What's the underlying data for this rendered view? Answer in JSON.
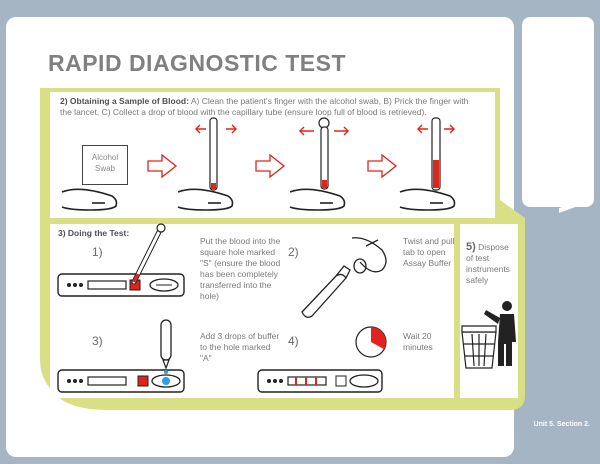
{
  "sidebar_title": "MALARIA",
  "header_title": "RAPID DIAGNOSTIC TEST",
  "unit_label": "Unit 5. Section 2.",
  "colors": {
    "panel_green": "#d9df85",
    "arrow_red": "#e0241b",
    "sidebar_blue": "#a5b5c3"
  },
  "section2": {
    "title": "2) Obtaining a Sample of Blood:",
    "text_line1": "A) Clean the patient's finger with the alcohol swab, B) Prick the finger with",
    "text_line2": "the lancet, C) Collect a drop of blood with the capillary tube (ensure loop full of blood is retrieved).",
    "swab_label": "Alcohol Swab"
  },
  "section3": {
    "title": "3) Doing the Test:",
    "step1_num": "1)",
    "step1_text": "Put the blood into the square hole marked \"S\" (ensure the blood has been completely transferred into the hole)",
    "step2_num": "2)",
    "step2_text": "Twist and pull tab to open Assay Buffer",
    "step3_num": "3)",
    "step3_text": "Add 3 drops of buffer to the hole marked \"A\"",
    "step4_num": "4)",
    "step4_text": "Wait 20 minutes",
    "step5_num": "5)",
    "step5_text": "Dispose of test instruments safely"
  },
  "timer_fraction": 0.33
}
